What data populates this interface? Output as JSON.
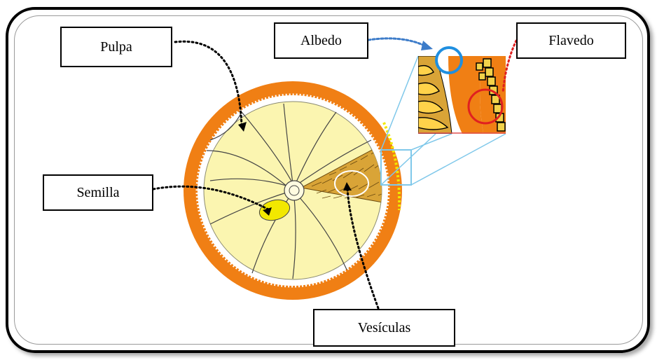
{
  "labels": {
    "pulpa": "Pulpa",
    "albedo": "Albedo",
    "flavedo": "Flavedo",
    "semilla": "Semilla",
    "vesiculas": "Vesículas"
  },
  "colors": {
    "peel": "#f07f14",
    "albedo": "#ffffff",
    "pulp": "#fbf5b0",
    "vesicles": "#d9a437",
    "seed": "#f2e800",
    "albedo_marker": "#1f8fe0",
    "flavedo_marker": "#e02020",
    "zoom_box": "#7fc8ea"
  }
}
